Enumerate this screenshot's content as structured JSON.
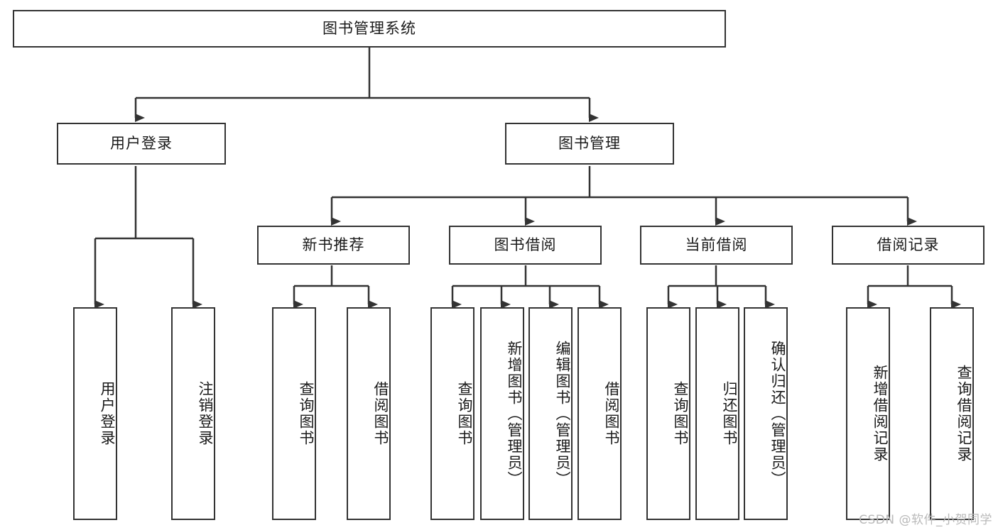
{
  "diagram": {
    "title": "图书管理系统",
    "type": "功能结构图",
    "root": {
      "label": "图书管理系统"
    },
    "level2": [
      {
        "label": "用户登录"
      },
      {
        "label": "图书管理"
      }
    ],
    "level3": [
      {
        "label": "新书推荐"
      },
      {
        "label": "图书借阅"
      },
      {
        "label": "当前借阅"
      },
      {
        "label": "借阅记录"
      }
    ],
    "leaves": {
      "user_login": [
        {
          "label": "用户登录"
        },
        {
          "label": "注销登录"
        }
      ],
      "new_book_recommend": [
        {
          "label": "查询图书"
        },
        {
          "label": "借阅图书"
        }
      ],
      "book_borrow": [
        {
          "label": "查询图书"
        },
        {
          "label": "新增图书（管理员）"
        },
        {
          "label": "编辑图书（管理员）"
        },
        {
          "label": "借阅图书"
        }
      ],
      "current_borrow": [
        {
          "label": "查询图书"
        },
        {
          "label": "归还图书"
        },
        {
          "label": "确认归还（管理员）"
        }
      ],
      "borrow_record": [
        {
          "label": "新增借阅记录"
        },
        {
          "label": "查询借阅记录"
        }
      ]
    }
  },
  "watermark": {
    "text": "CSDN @软件_小贺同学"
  },
  "colors": {
    "stroke": "#333333",
    "background": "#ffffff",
    "text": "#1a1a1a",
    "watermark": "#b9b9b9"
  }
}
